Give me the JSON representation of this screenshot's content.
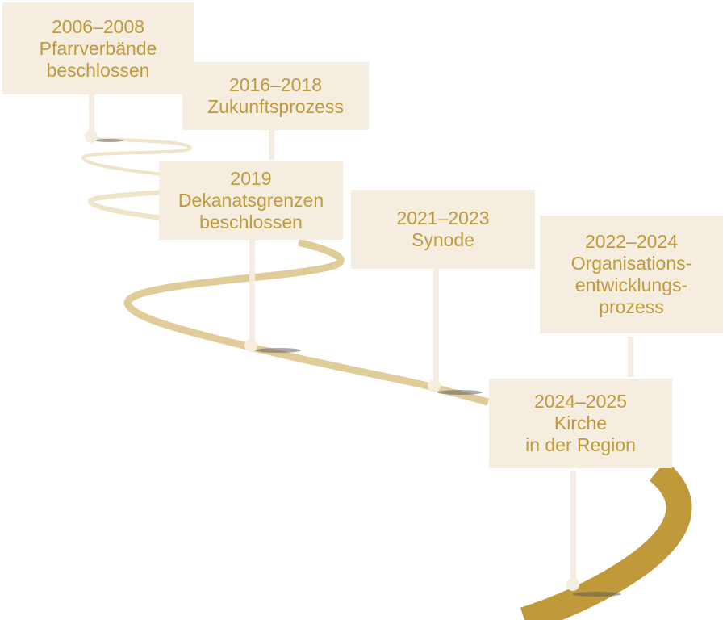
{
  "colors": {
    "box_bg": "#f5eddf",
    "text": "#c09a3a",
    "road_light": "#efe3c8",
    "road_dark": "#c09a3a"
  },
  "milestones": [
    {
      "years": "2006–2008",
      "lines": [
        "Pfarrverbände",
        "beschlossen"
      ]
    },
    {
      "years": "2016–2018",
      "lines": [
        "Zukunftsprozess"
      ]
    },
    {
      "years": "2019",
      "lines": [
        "Dekanatsgrenzen",
        "beschlossen"
      ]
    },
    {
      "years": "2021–2023",
      "lines": [
        "Synode"
      ]
    },
    {
      "years": "2022–2024",
      "lines": [
        "Organisations-",
        "entwicklungs-",
        "prozess"
      ]
    },
    {
      "years": "2024–2025",
      "lines": [
        "Kirche",
        "in der Region"
      ]
    }
  ]
}
